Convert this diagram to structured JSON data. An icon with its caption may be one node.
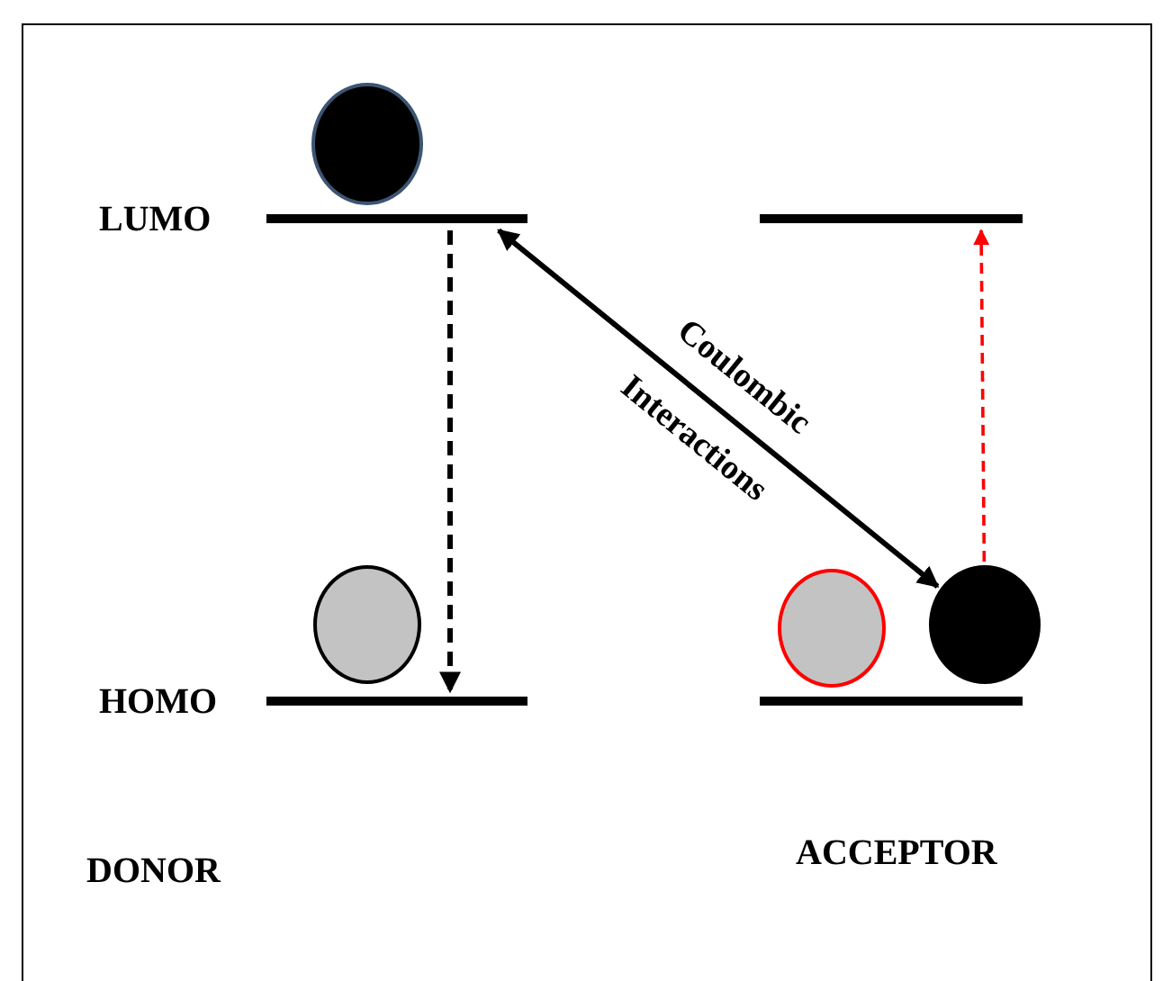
{
  "diagram": {
    "nodes": [
      {
        "text": [
          "LUMO"
        ]
      },
      {
        "text": [],
        "shape": "circle"
      },
      {
        "text": [
          "HOMO"
        ]
      },
      {
        "text": [],
        "shape": "circle"
      },
      {
        "text": [],
        "shape": "bar"
      },
      {
        "text": [],
        "shape": "bar"
      },
      {
        "text": [],
        "shape": "circle"
      },
      {
        "text": [],
        "shape": "circle"
      }
    ],
    "edges": [
      {
        "from": 0,
        "to": 2,
        "arrow": "to",
        "style": "dashed"
      },
      {
        "from": 0,
        "to": 7,
        "arrow": "both",
        "label": "Coulombic Interactions"
      },
      {
        "from": 7,
        "to": 4,
        "arrow": "to",
        "style": "dashed",
        "color": "#ff0000"
      }
    ],
    "labels": [
      "DONOR",
      "ACCEPTOR"
    ]
  }
}
